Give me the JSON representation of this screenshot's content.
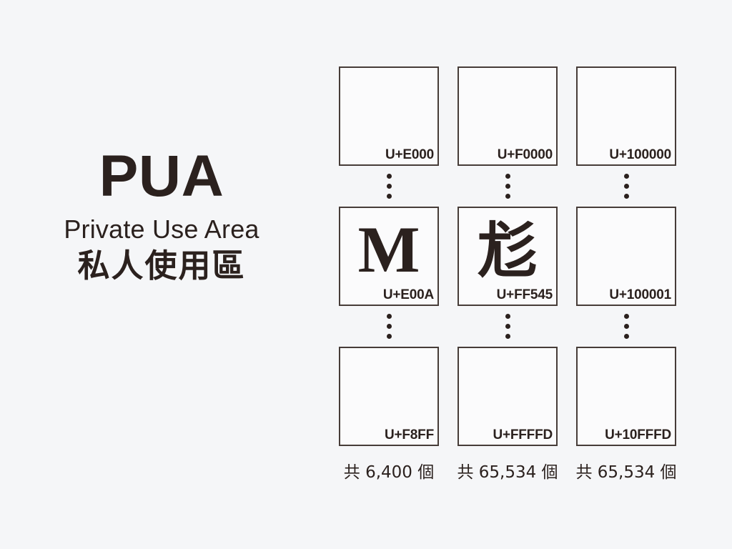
{
  "page": {
    "background_color": "#f5f6f8",
    "text_color": "#2b211e",
    "border_color": "#463c38"
  },
  "heading": {
    "title": "PUA",
    "subtitle_en": "Private Use Area",
    "subtitle_zh": "私人使用區"
  },
  "columns": [
    {
      "name": "bmp-private-use-area",
      "start": {
        "label": "U+E000",
        "glyph": ""
      },
      "sample": {
        "label": "U+E00A",
        "glyph": "M"
      },
      "end": {
        "label": "U+F8FF",
        "glyph": ""
      },
      "count": "共 6,400 個"
    },
    {
      "name": "supplementary-private-use-area-a",
      "start": {
        "label": "U+F0000",
        "glyph": ""
      },
      "sample": {
        "label": "U+FF545",
        "glyph": "尨"
      },
      "end": {
        "label": "U+FFFFD",
        "glyph": ""
      },
      "count": "共 65,534 個"
    },
    {
      "name": "supplementary-private-use-area-b",
      "start": {
        "label": "U+100000",
        "glyph": ""
      },
      "sample": {
        "label": "U+100001",
        "glyph": ""
      },
      "end": {
        "label": "U+10FFFD",
        "glyph": ""
      },
      "count": "共 65,534 個"
    }
  ],
  "ellipsis_glyph": "vertical-ellipsis"
}
